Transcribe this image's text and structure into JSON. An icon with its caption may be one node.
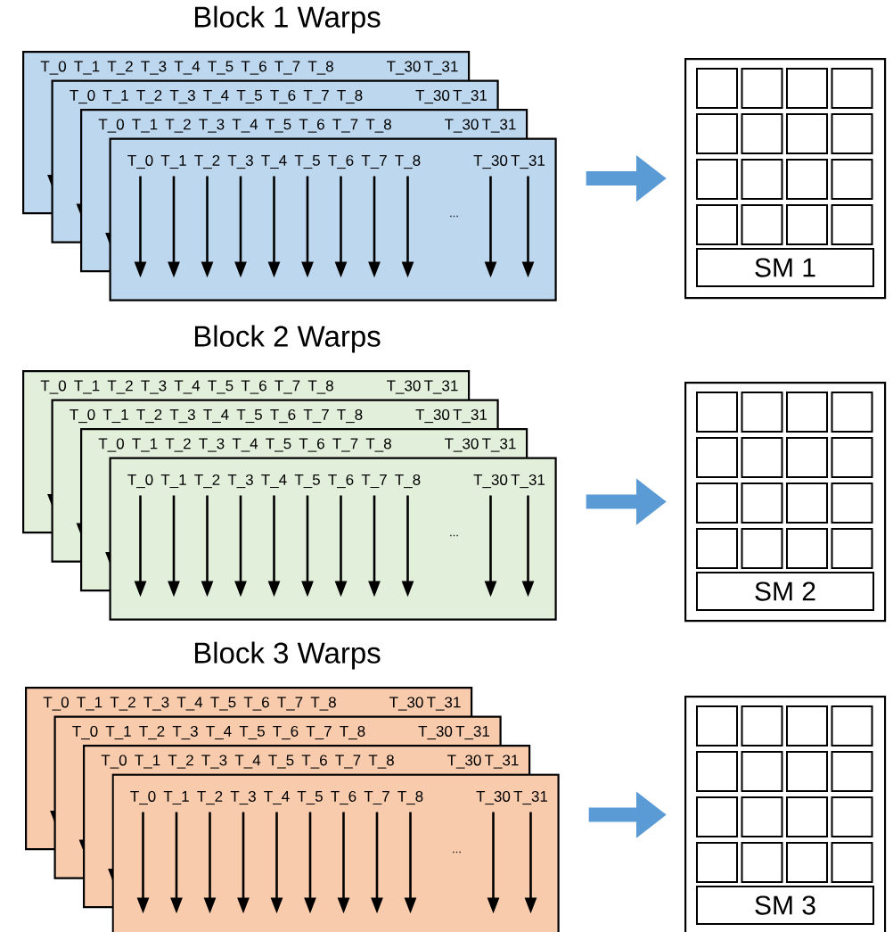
{
  "diagram": {
    "nodes": [
      {
        "text": [
          "T_0",
          "T_1",
          "T_2",
          "T_3",
          "T_4",
          "T_5",
          "T_6",
          "T_7",
          "T_8",
          "T_30",
          "T_31"
        ]
      },
      {
        "text": [
          "T_0",
          "T_1",
          "T_2",
          "T_3",
          "T_4",
          "T_5",
          "T_6",
          "T_7",
          "T_8",
          "T_30",
          "T_31"
        ]
      },
      {
        "text": [
          "T_0",
          "T_1",
          "T_2",
          "T_3",
          "T_4",
          "T_5",
          "T_6",
          "T_7",
          "T_8",
          "T_30",
          "T_31"
        ]
      },
      {
        "text": [
          "T_0",
          "T_1",
          "T_2",
          "T_3",
          "T_4",
          "T_5",
          "T_6",
          "T_7",
          "T_8",
          "...",
          "T_30",
          "T_31"
        ]
      },
      {
        "text": [],
        "shape": "box"
      },
      {
        "text": [],
        "shape": "box",
        "in": 4
      },
      {
        "text": [],
        "shape": "box",
        "in": 4
      },
      {
        "text": [],
        "shape": "box",
        "in": 4
      },
      {
        "text": [],
        "shape": "box",
        "in": 4
      },
      {
        "text": [],
        "shape": "box",
        "in": 4
      },
      {
        "text": [],
        "shape": "box",
        "in": 4
      },
      {
        "text": [],
        "shape": "box",
        "in": 4
      },
      {
        "text": [],
        "shape": "box",
        "in": 4
      },
      {
        "text": [],
        "shape": "box",
        "in": 4
      },
      {
        "text": [],
        "shape": "box",
        "in": 4
      },
      {
        "text": [],
        "shape": "box",
        "in": 4
      },
      {
        "text": [],
        "shape": "box",
        "in": 4
      },
      {
        "text": [],
        "shape": "box",
        "in": 4
      },
      {
        "text": [],
        "shape": "box",
        "in": 4
      },
      {
        "text": [],
        "shape": "box",
        "in": 4
      },
      {
        "text": [],
        "shape": "box",
        "in": 4
      },
      {
        "text": [
          "SM 1"
        ],
        "in": 4
      },
      {
        "text": [
          "T_0",
          "T_1",
          "T_2",
          "T_3",
          "T_4",
          "T_5",
          "T_6",
          "T_7",
          "T_8",
          "T_30",
          "T_31"
        ]
      },
      {
        "text": [
          "T_0",
          "T_1",
          "T_2",
          "T_3",
          "T_4",
          "T_5",
          "T_6",
          "T_7",
          "T_8",
          "T_30",
          "T_31"
        ]
      },
      {
        "text": [
          "T_0",
          "T_1",
          "T_2",
          "T_3",
          "T_4",
          "T_5",
          "T_6",
          "T_7",
          "T_8",
          "T_30",
          "T_31"
        ]
      },
      {
        "text": [
          "T_0",
          "T_1",
          "T_2",
          "T_3",
          "T_4",
          "T_5",
          "T_6",
          "T_7",
          "T_8",
          "...",
          "T_30",
          "T_31"
        ]
      },
      {
        "text": [],
        "shape": "box"
      },
      {
        "text": [],
        "shape": "box",
        "in": 26
      },
      {
        "text": [],
        "shape": "box",
        "in": 26
      },
      {
        "text": [],
        "shape": "box",
        "in": 26
      },
      {
        "text": [],
        "shape": "box",
        "in": 26
      },
      {
        "text": [],
        "shape": "box",
        "in": 26
      },
      {
        "text": [],
        "shape": "box",
        "in": 26
      },
      {
        "text": [],
        "shape": "box",
        "in": 26
      },
      {
        "text": [],
        "shape": "box",
        "in": 26
      },
      {
        "text": [],
        "shape": "box",
        "in": 26
      },
      {
        "text": [],
        "shape": "box",
        "in": 26
      },
      {
        "text": [],
        "shape": "box",
        "in": 26
      },
      {
        "text": [],
        "shape": "box",
        "in": 26
      },
      {
        "text": [],
        "shape": "box",
        "in": 26
      },
      {
        "text": [],
        "shape": "box",
        "in": 26
      },
      {
        "text": [],
        "shape": "box",
        "in": 26
      },
      {
        "text": [],
        "shape": "box",
        "in": 26
      },
      {
        "text": [
          "SM 2"
        ],
        "in": 26
      },
      {
        "text": [
          "T_0",
          "T_1",
          "T_2",
          "T_3",
          "T_4",
          "T_5",
          "T_6",
          "T_7",
          "T_8",
          "T_30",
          "T_31"
        ]
      },
      {
        "text": [
          "T_0",
          "T_1",
          "T_2",
          "T_3",
          "T_4",
          "T_5",
          "T_6",
          "T_7",
          "T_8",
          "T_30",
          "T_31"
        ]
      },
      {
        "text": [
          "T_0",
          "T_1",
          "T_2",
          "T_3",
          "T_4",
          "T_5",
          "T_6",
          "T_7",
          "T_8",
          "T_30",
          "T_31"
        ]
      },
      {
        "text": [
          "T_0",
          "T_1",
          "T_2",
          "T_3",
          "T_4",
          "T_5",
          "T_6",
          "T_7",
          "T_8",
          "...",
          "T_30",
          "T_31"
        ]
      },
      {
        "text": [],
        "shape": "box"
      },
      {
        "text": [],
        "shape": "box",
        "in": 48
      },
      {
        "text": [],
        "shape": "box",
        "in": 48
      },
      {
        "text": [],
        "shape": "box",
        "in": 48
      },
      {
        "text": [],
        "shape": "box",
        "in": 48
      },
      {
        "text": [],
        "shape": "box",
        "in": 48
      },
      {
        "text": [],
        "shape": "box",
        "in": 48
      },
      {
        "text": [],
        "shape": "box",
        "in": 48
      },
      {
        "text": [],
        "shape": "box",
        "in": 48
      },
      {
        "text": [],
        "shape": "box",
        "in": 48
      },
      {
        "text": [],
        "shape": "box",
        "in": 48
      },
      {
        "text": [],
        "shape": "box",
        "in": 48
      },
      {
        "text": [],
        "shape": "box",
        "in": 48
      },
      {
        "text": [],
        "shape": "box",
        "in": 48
      },
      {
        "text": [],
        "shape": "box",
        "in": 48
      },
      {
        "text": [],
        "shape": "box",
        "in": 48
      },
      {
        "text": [],
        "shape": "box",
        "in": 48
      },
      {
        "text": [
          "SM 3"
        ],
        "in": 48
      }
    ],
    "edges": [
      {
        "from": 3,
        "to": 4,
        "arrow": "to"
      },
      {
        "from": 25,
        "to": 26,
        "arrow": "to"
      },
      {
        "from": 47,
        "to": 48,
        "arrow": "to"
      }
    ],
    "labels": [
      "Block 1 Warps",
      "Block 2 Warps",
      "Block 3 Warps"
    ]
  }
}
